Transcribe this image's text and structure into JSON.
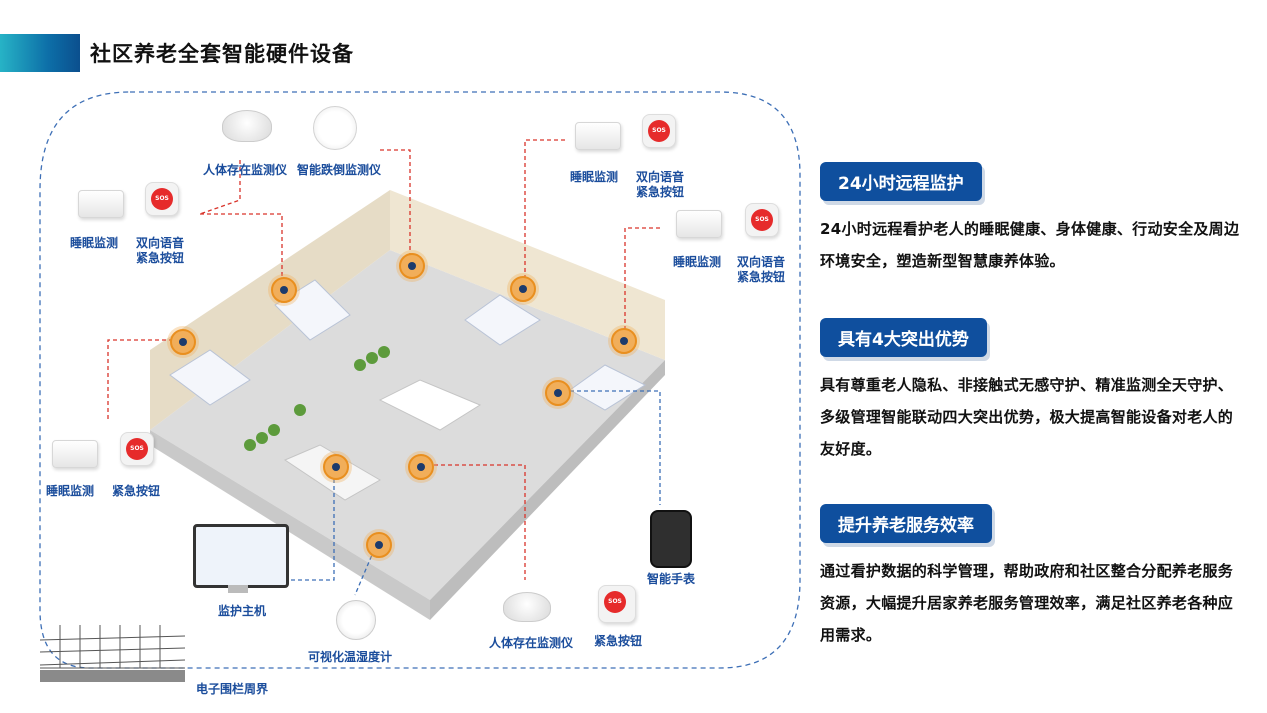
{
  "page": {
    "title": "社区养老全套智能硬件设备"
  },
  "labels": {
    "human_presence_top": "人体存在监测仪",
    "fall_monitor": "智能跌倒监测仪",
    "sleep_left_top": "睡眠监测",
    "two_way_left_top": "双向语音\n紧急按钮",
    "sleep_right_top": "睡眠监测",
    "two_way_right_top": "双向语音\n紧急按钮",
    "sleep_right_mid": "睡眠监测",
    "two_way_right_mid": "双向语音\n紧急按钮",
    "sleep_left_bottom": "睡眠监测",
    "sos_left_bottom": "紧急按钮",
    "smart_watch": "智能手表",
    "monitor_host": "监护主机",
    "thermo_hygrometer": "可视化温湿度计",
    "human_presence_bottom": "人体存在监测仪",
    "sos_bottom": "紧急按钮",
    "fence": "电子围栏周界"
  },
  "features": [
    {
      "heading": "24小时远程监护",
      "text": "24小时远程看护老人的睡眠健康、身体健康、行动安全及周边环境安全，塑造新型智慧康养体验。"
    },
    {
      "heading": "具有4大突出优势",
      "text": "具有尊重老人隐私、非接触式无感守护、精准监测全天守护、多级管理智能联动四大突出优势，极大提高智能设备对老人的友好度。"
    },
    {
      "heading": "提升养老服务效率",
      "text": "通过看护数据的科学管理，帮助政府和社区整合分配养老服务资源，大幅提升居家养老服务管理效率，满足社区养老各种应用需求。"
    }
  ],
  "colors": {
    "accent": "#0f4f9e",
    "label": "#1b4d9c",
    "marker": "#f1ae5a",
    "leader": "#d9342b",
    "dashed_border": "#3d6fb6"
  },
  "icons": [
    "sleep-monitor-icon",
    "sos-button-icon",
    "presence-sensor-icon",
    "fall-monitor-icon",
    "smart-watch-icon",
    "monitor-host-icon",
    "thermo-hygrometer-icon",
    "fence-icon"
  ]
}
